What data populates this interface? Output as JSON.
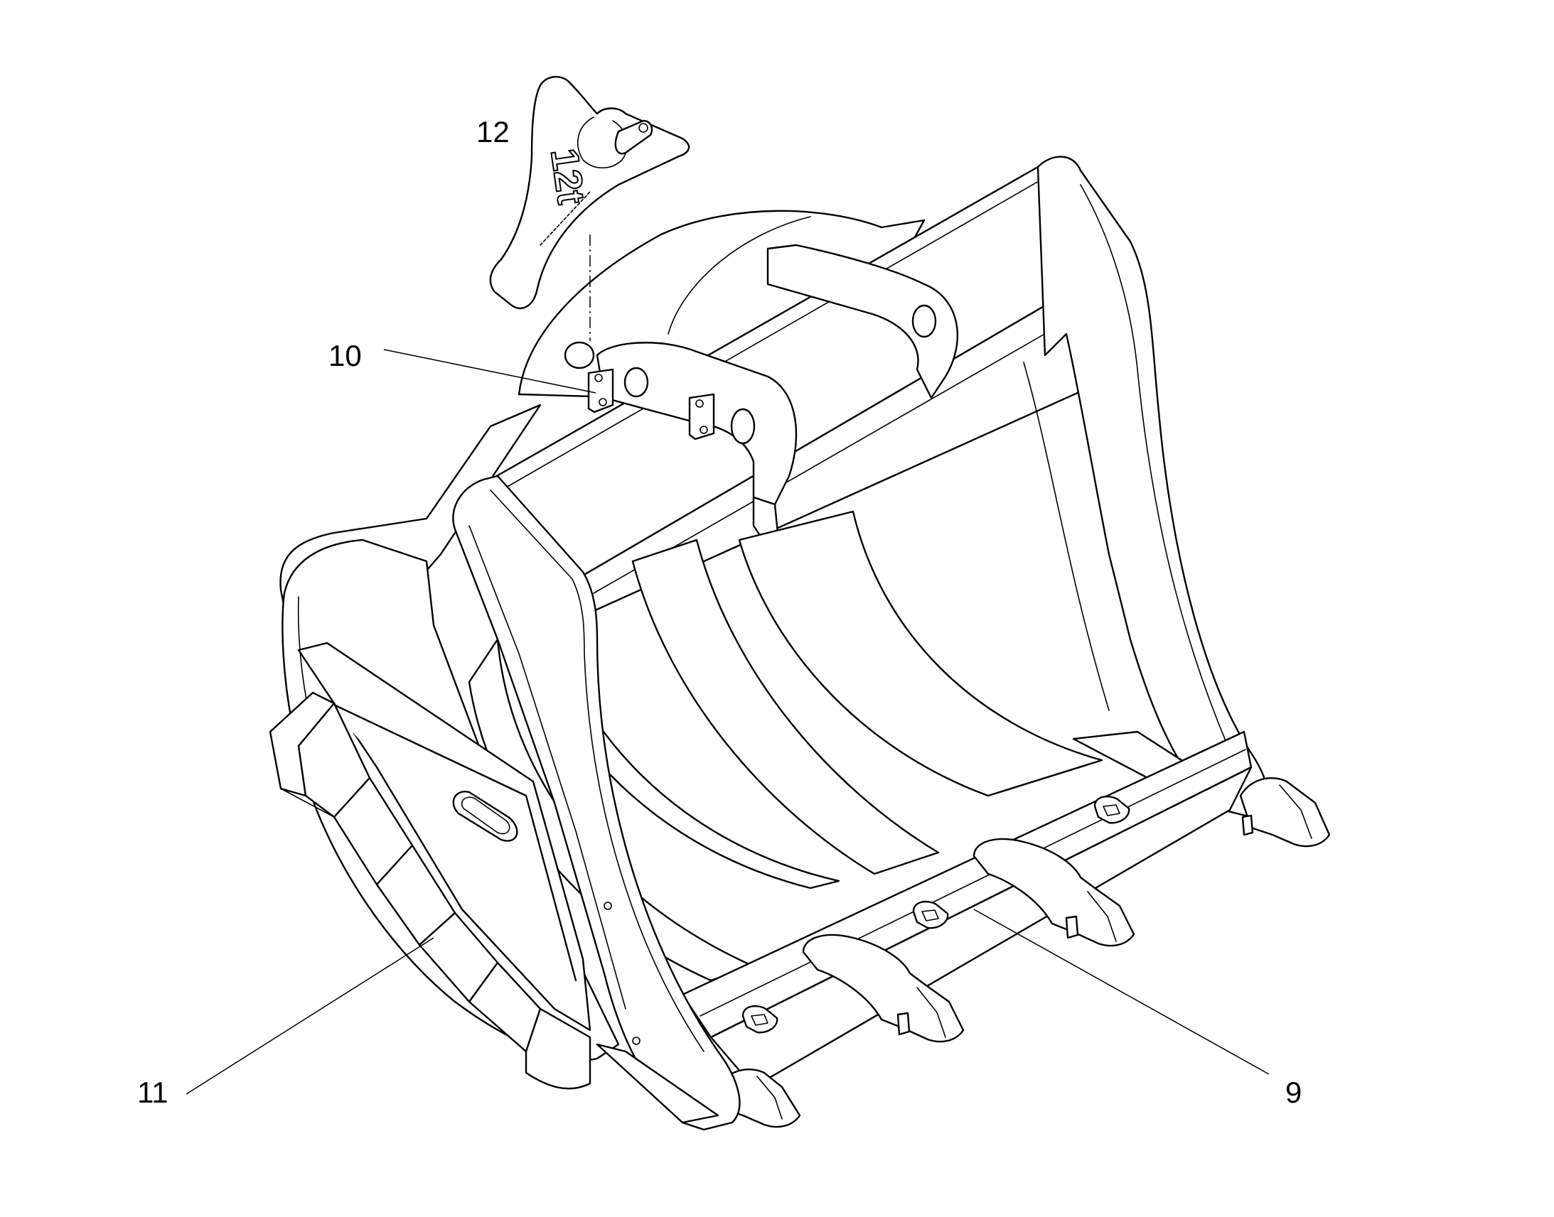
{
  "diagram": {
    "background_color": "#ffffff",
    "line_color": "#000000"
  },
  "callouts": {
    "c9": "9",
    "c10": "10",
    "c11": "11",
    "c12": "12"
  },
  "hook": {
    "marking": "12t"
  }
}
